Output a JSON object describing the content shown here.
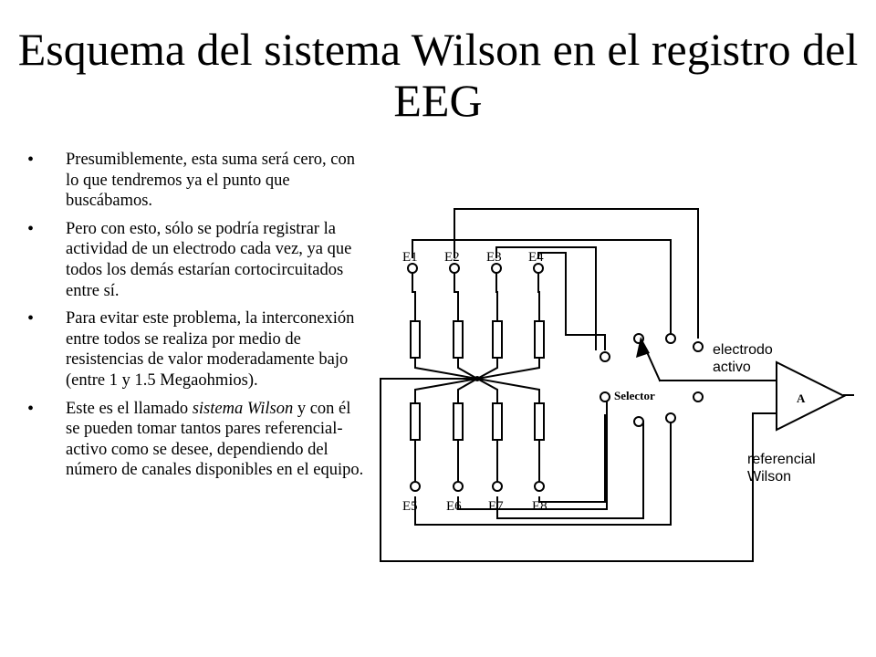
{
  "title": "Esquema del sistema Wilson en el registro del EEG",
  "bullets": [
    {
      "text": "Presumiblemente, esta suma será cero, con lo que tendremos ya el punto que buscábamos."
    },
    {
      "text": "Pero con esto, sólo se podría registrar la actividad de un electrodo cada vez, ya que todos los demás estarían cortocircuitados entre sí."
    },
    {
      "text": "Para evitar este problema, la interconexión entre todos se realiza por medio de resistencias de valor moderadamente bajo (entre 1 y 1.5 Megaohmios)."
    },
    {
      "pre": "Este es el llamado ",
      "em": "sistema Wilson",
      "post": " y con él se pueden tomar tantos pares referencial-activo como se desee, dependiendo del número de canales disponibles en el equipo."
    }
  ],
  "diagram": {
    "top_electrodes": [
      "E1",
      "E2",
      "E3",
      "E4"
    ],
    "bottom_electrodes": [
      "E5",
      "E6",
      "E7",
      "E8"
    ],
    "selector_label": "Selector",
    "amplifier_label": "A",
    "active_label": [
      "electrodo",
      "activo"
    ],
    "reference_label": [
      "referencial",
      "Wilson"
    ]
  }
}
